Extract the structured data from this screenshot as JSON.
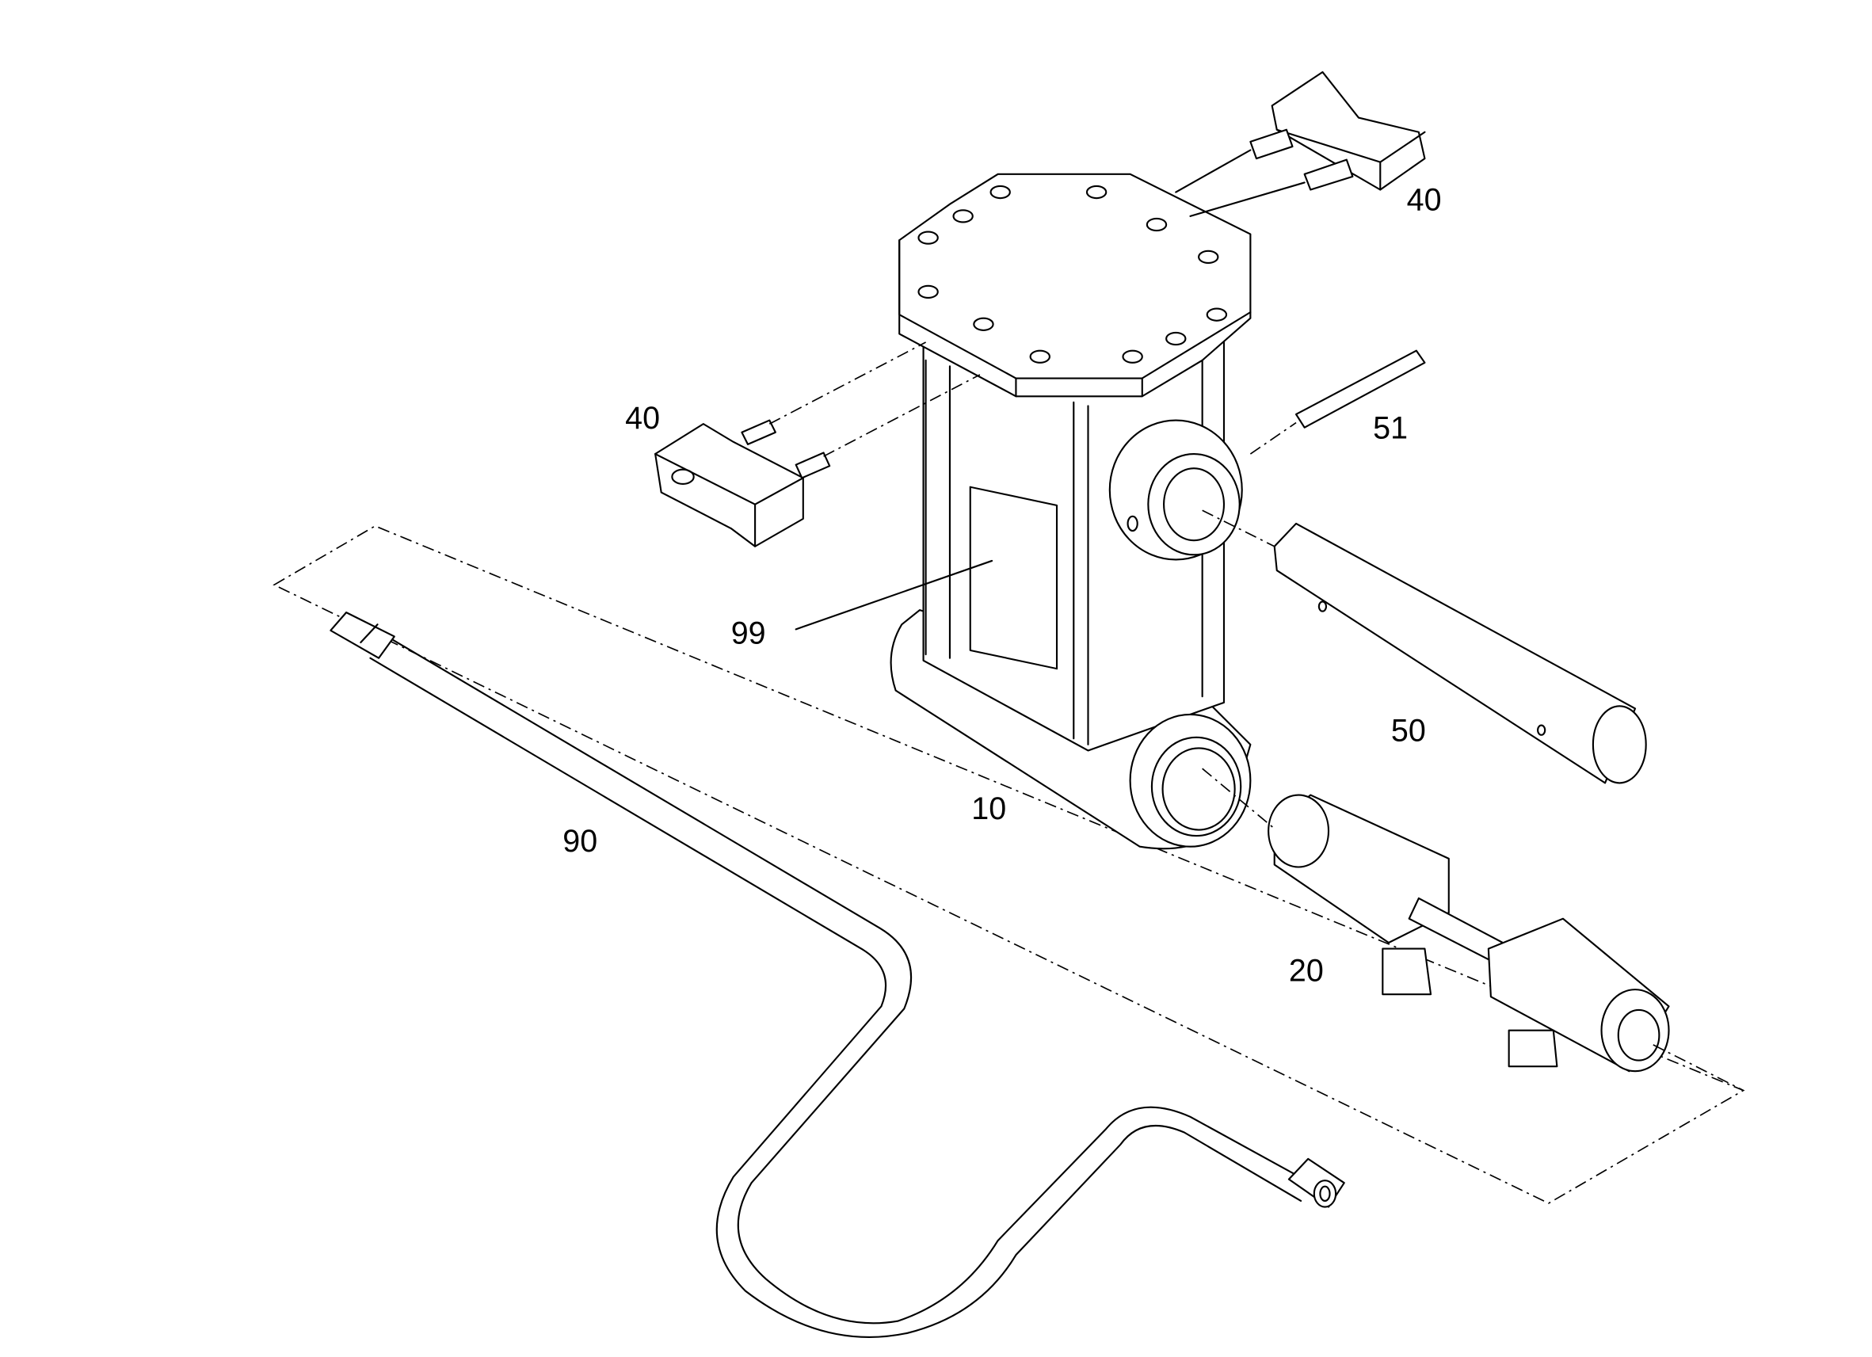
{
  "callouts": {
    "housing": "10",
    "screw_assembly": "20",
    "clamp_top": "40",
    "clamp_left": "40",
    "shaft": "50",
    "pin": "51",
    "crank_handle": "90",
    "label_plate": "99"
  }
}
